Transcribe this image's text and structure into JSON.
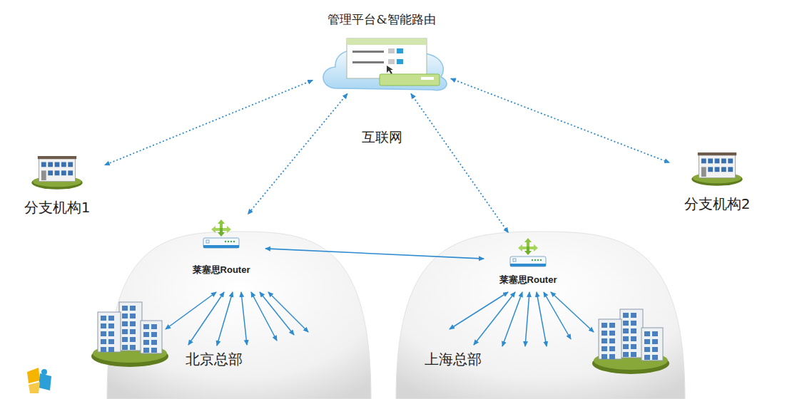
{
  "diagram": {
    "nodes": [
      {
        "text": [
          "管理平台&智能路由"
        ]
      },
      {
        "text": [
          "分支机构1"
        ]
      },
      {
        "text": [
          "分支机构2"
        ]
      },
      {
        "text": [
          "北京总部"
        ]
      },
      {
        "text": [
          "莱塞思Router"
        ],
        "in": 3
      },
      {
        "text": [
          "上海总部"
        ]
      },
      {
        "text": [
          "莱塞思Router"
        ],
        "in": 5
      }
    ],
    "edges": [
      {
        "from": 0,
        "to": 1,
        "arrow": "both"
      },
      {
        "from": 0,
        "to": 2,
        "arrow": "both"
      },
      {
        "from": 0,
        "to": 4,
        "arrow": "both"
      },
      {
        "from": 0,
        "to": 6,
        "arrow": "both"
      },
      {
        "from": 4,
        "to": 6,
        "arrow": "both"
      }
    ],
    "labels": [
      "互联网"
    ]
  }
}
